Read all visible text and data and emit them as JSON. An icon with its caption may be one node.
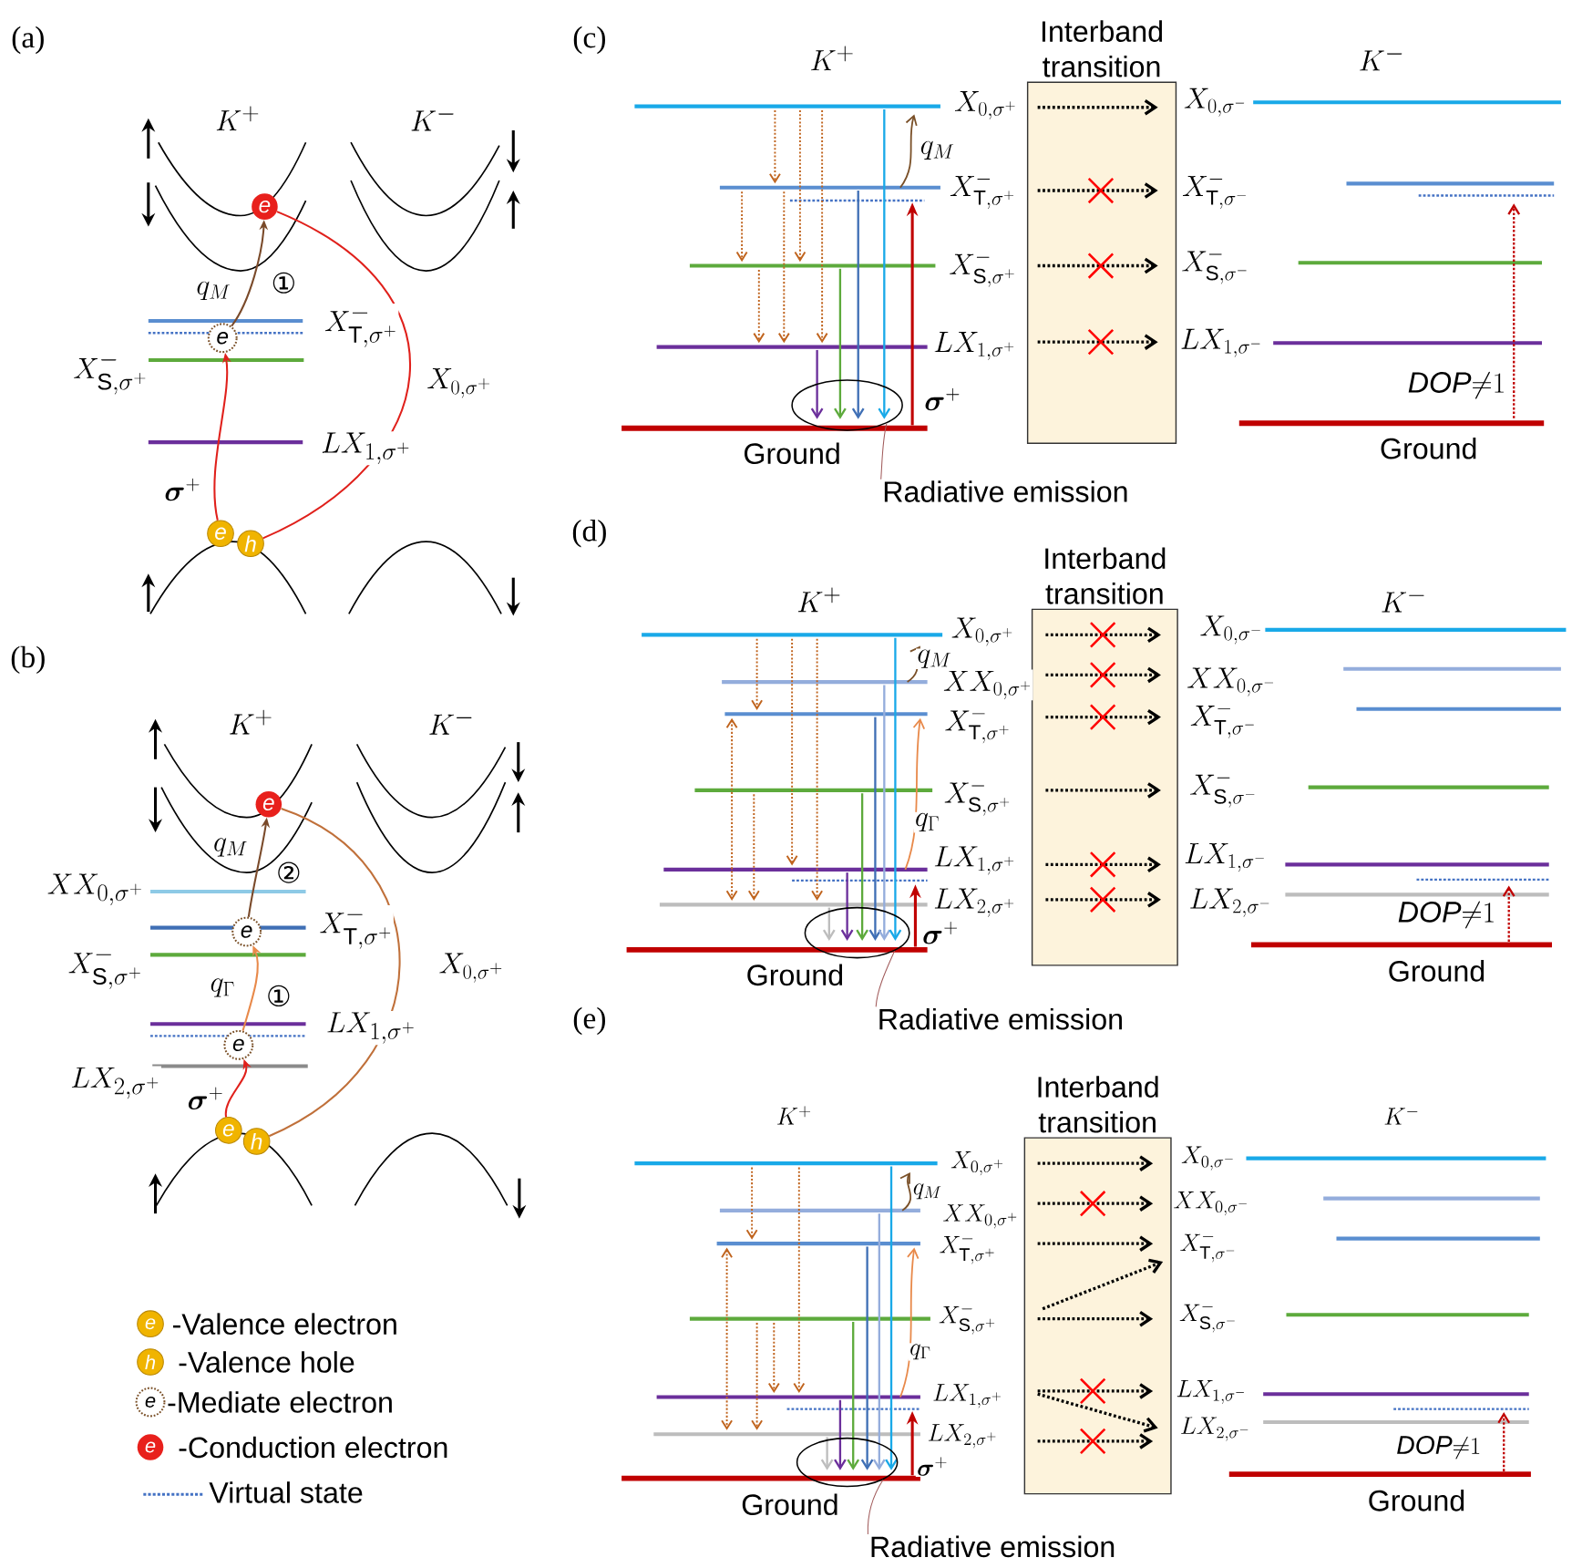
{
  "diagram": {
    "nodes": [
      {
        "text": [
          "e"
        ]
      },
      {
        "text": [
          "e"
        ]
      },
      {
        "text": [
          "e"
        ]
      },
      {
        "text": [
          "h"
        ]
      },
      {
        "text": [
          "e"
        ]
      },
      {
        "text": [
          "e"
        ]
      },
      {
        "text": [
          "e"
        ]
      },
      {
        "text": [
          "e"
        ]
      },
      {
        "text": [
          "h"
        ]
      },
      {
        "text": [
          "Interband transition"
        ]
      },
      {
        "text": [],
        "shape": "ellipse"
      },
      {
        "text": [
          "Radiative emission"
        ]
      },
      {
        "text": [
          "Interband transition"
        ]
      },
      {
        "text": [],
        "shape": "ellipse"
      },
      {
        "text": [
          "Radiative emission"
        ]
      },
      {
        "text": [
          "Interband transition"
        ]
      },
      {
        "text": [],
        "shape": "ellipse"
      },
      {
        "text": [
          "Radiative emission"
        ]
      }
    ],
    "edges": [
      {
        "from": 2,
        "to": 1,
        "arrow": "to",
        "label": "\\boldsymbol{\\sigma}^{+}",
        "color": "#e0201b"
      },
      {
        "from": 1,
        "to": 0,
        "arrow": "to",
        "label": "q_{M}",
        "color": "#7a4a2a"
      },
      {
        "from": 3,
        "to": 0,
        "arrow": "none",
        "label": "X_{0,\\sigma^{+}}",
        "color": "#e0201b"
      },
      {
        "from": 7,
        "to": 6,
        "arrow": "to",
        "label": "\\boldsymbol{\\sigma}^{+}",
        "color": "#e0201b"
      },
      {
        "from": 6,
        "to": 5,
        "arrow": "to",
        "label": "q_{\\Gamma}",
        "color": "#e8894a"
      },
      {
        "from": 5,
        "to": 4,
        "arrow": "to",
        "label": "q_{M}",
        "color": "#7a4a2a"
      },
      {
        "from": 8,
        "to": 4,
        "arrow": "none",
        "label": "X_{0,\\sigma^{+}}",
        "color": "#c0703a"
      },
      {
        "from": 11,
        "to": 10,
        "arrow": "none",
        "color": "#a05a5a"
      },
      {
        "from": 14,
        "to": 13,
        "arrow": "none",
        "color": "#a05a5a"
      },
      {
        "from": 17,
        "to": 16,
        "arrow": "none",
        "color": "#a05a5a"
      }
    ],
    "labels": [
      "(a)",
      "K^{+}",
      "K^{-}",
      "①",
      "X^{-}_{\\mathrm{T},\\sigma^{+}}",
      "X^{-}_{\\mathrm{S},\\sigma^{+}}",
      "LX_{1,\\sigma^{+}}",
      "(b)",
      "K^{+}",
      "K^{-}",
      "②",
      "XX_{0,\\sigma^{+}}",
      "X^{-}_{\\mathrm{T},\\sigma^{+}}",
      "X^{-}_{\\mathrm{S},\\sigma^{+}}",
      "①",
      "LX_{1,\\sigma^{+}}",
      "LX_{2,\\sigma^{+}}",
      "e",
      "h",
      "e",
      "e",
      "(c)",
      "K^{+}",
      "X_{0,\\sigma^{+}}",
      "q_{M}",
      "X^{-}_{\\mathrm{T},\\sigma^{+}}",
      "X^{-}_{\\mathrm{S},\\sigma^{+}}",
      "LX_{1,\\sigma^{+}}",
      "\\boldsymbol{\\sigma}^{+}",
      "Ground",
      "X_{0,\\sigma^{-}}",
      "X^{-}_{\\mathrm{T},\\sigma^{-}}",
      "X^{-}_{\\mathrm{S},\\sigma^{-}}",
      "LX_{1,\\sigma^{-}}",
      "K^{-}",
      "\\mathit{DOP}{\\neq}1",
      "Ground",
      "(d)",
      "K^{+}",
      "X_{0,\\sigma^{+}}",
      "q_{M}",
      "XX_{0,\\sigma^{+}}",
      "X^{-}_{\\mathrm{T},\\sigma^{+}}",
      "q_{\\Gamma}",
      "X^{-}_{\\mathrm{S},\\sigma^{+}}",
      "LX_{1,\\sigma^{+}}",
      "LX_{2,\\sigma^{+}}",
      "\\boldsymbol{\\sigma}^{+}",
      "Ground",
      "K^{-}",
      "X_{0,\\sigma^{-}}",
      "XX_{0,\\sigma^{-}}",
      "X^{-}_{\\mathrm{T},\\sigma^{-}}",
      "X^{-}_{\\mathrm{S},\\sigma^{-}}",
      "LX_{1,\\sigma^{-}}",
      "LX_{2,\\sigma^{-}}",
      "\\mathit{DOP}{\\neq}1",
      "Ground",
      "(e)",
      "K^{+}",
      "X_{0,\\sigma^{+}}",
      "q_{M}",
      "XX_{0,\\sigma^{+}}",
      "X^{-}_{\\mathrm{T},\\sigma^{+}}",
      "X^{-}_{\\mathrm{S},\\sigma^{+}}",
      "q_{\\Gamma}",
      "LX_{1,\\sigma^{+}}",
      "LX_{2,\\sigma^{+}}",
      "\\boldsymbol{\\sigma}^{+}",
      "Ground",
      "K^{-}",
      "X_{0,\\sigma^{-}}",
      "XX_{0,\\sigma^{-}}",
      "X^{-}_{\\mathrm{T},\\sigma^{-}}",
      "X^{-}_{\\mathrm{S},\\sigma^{-}}",
      "LX_{1,\\sigma^{-}}",
      "LX_{2,\\sigma^{-}}",
      "\\mathit{DOP}{\\neq}1",
      "Ground"
    ],
    "legend": [
      {
        "text": "-Valence electron"
      },
      {
        "text": "-Valence hole"
      },
      {
        "text": "-Mediate electron"
      },
      {
        "text": "-Conduction electron"
      },
      {
        "text": "Virtual state"
      }
    ]
  }
}
